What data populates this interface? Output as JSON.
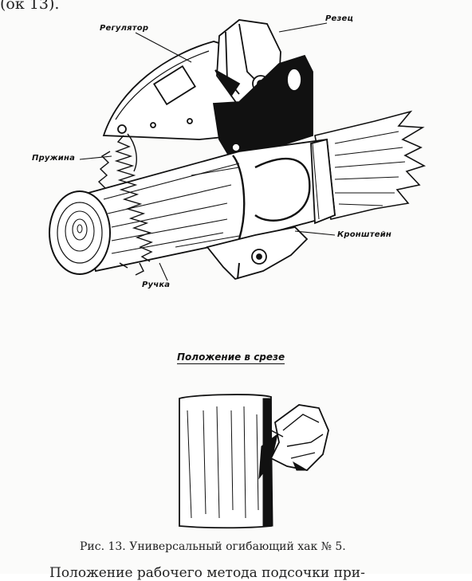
{
  "page": {
    "top_fragment": "(ок 13).",
    "bottom_fragment": "Положение рабочего метода подсочки при-",
    "caption": "Рис. 13. Универсальный огибающий хак № 5."
  },
  "figure": {
    "labels": {
      "regulator": "Регулятор",
      "cutter": "Резец",
      "spring": "Пружина",
      "bracket": "Кронштейн",
      "handle": "Ручка"
    },
    "section_title": "Положение в срезе"
  }
}
